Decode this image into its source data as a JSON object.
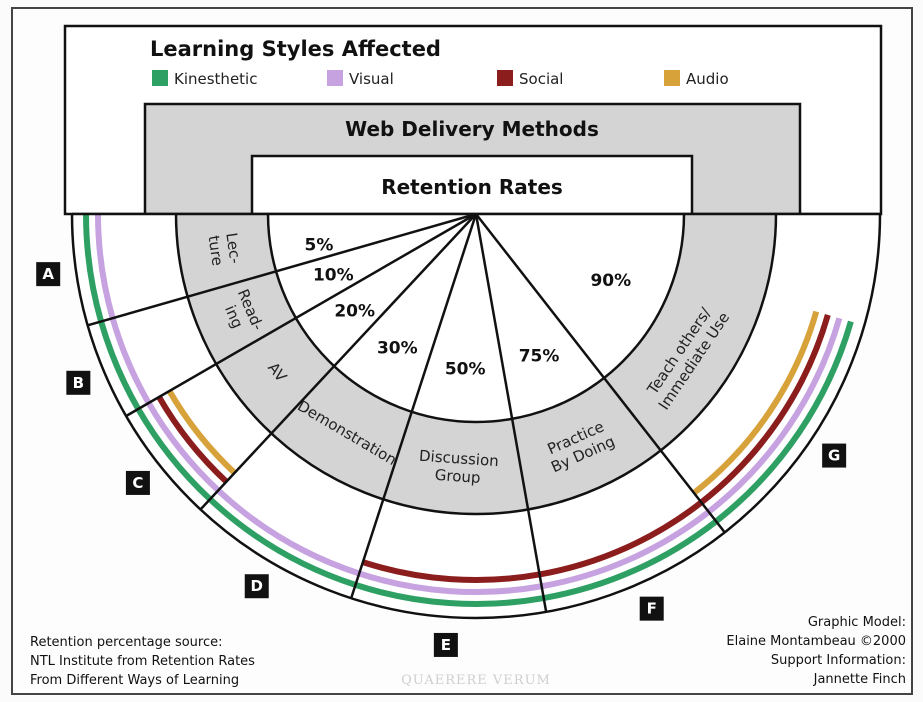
{
  "diagram": {
    "legend_title": "Learning Styles Affected",
    "legend": [
      {
        "name": "Kinesthetic",
        "color": "#2fa063"
      },
      {
        "name": "Visual",
        "color": "#c7a2e0"
      },
      {
        "name": "Social",
        "color": "#8c1d1d"
      },
      {
        "name": "Audio",
        "color": "#d7a23a"
      }
    ],
    "web_delivery_title": "Web Delivery Methods",
    "retention_title": "Retention Rates",
    "segments": [
      {
        "letter": "A",
        "method_lines": [
          "Lec-",
          "ture"
        ],
        "retention": "5%",
        "retention_value": 5,
        "styles": [
          "Kinesthetic",
          "Visual"
        ]
      },
      {
        "letter": "B",
        "method_lines": [
          "Read-",
          "ing"
        ],
        "retention": "10%",
        "retention_value": 10,
        "styles": [
          "Kinesthetic",
          "Visual"
        ]
      },
      {
        "letter": "C",
        "method_lines": [
          "AV"
        ],
        "retention": "20%",
        "retention_value": 20,
        "styles": [
          "Kinesthetic",
          "Visual",
          "Social",
          "Audio"
        ]
      },
      {
        "letter": "D",
        "method_lines": [
          "Demonstration"
        ],
        "retention": "30%",
        "retention_value": 30,
        "styles": [
          "Kinesthetic",
          "Visual"
        ]
      },
      {
        "letter": "E",
        "method_lines": [
          "Discussion",
          "Group"
        ],
        "retention": "50%",
        "retention_value": 50,
        "styles": [
          "Kinesthetic",
          "Visual",
          "Social"
        ]
      },
      {
        "letter": "F",
        "method_lines": [
          "Practice",
          "By Doing"
        ],
        "retention": "75%",
        "retention_value": 75,
        "styles": [
          "Kinesthetic",
          "Visual",
          "Social"
        ]
      },
      {
        "letter": "G",
        "method_lines": [
          "Teach others/",
          "Immediate Use"
        ],
        "retention": "90%",
        "retention_value": 90,
        "styles": [
          "Kinesthetic",
          "Visual",
          "Social",
          "Audio"
        ]
      }
    ],
    "source_lines": [
      "Retention percentage source:",
      "NTL Institute from Retention Rates",
      "From Different Ways of Learning"
    ],
    "credit_lines": [
      "Graphic Model:",
      "Elaine Montambeau ©2000",
      "Support Information:",
      "Jannette Finch"
    ],
    "watermark": "QUAERERE VERUM"
  }
}
